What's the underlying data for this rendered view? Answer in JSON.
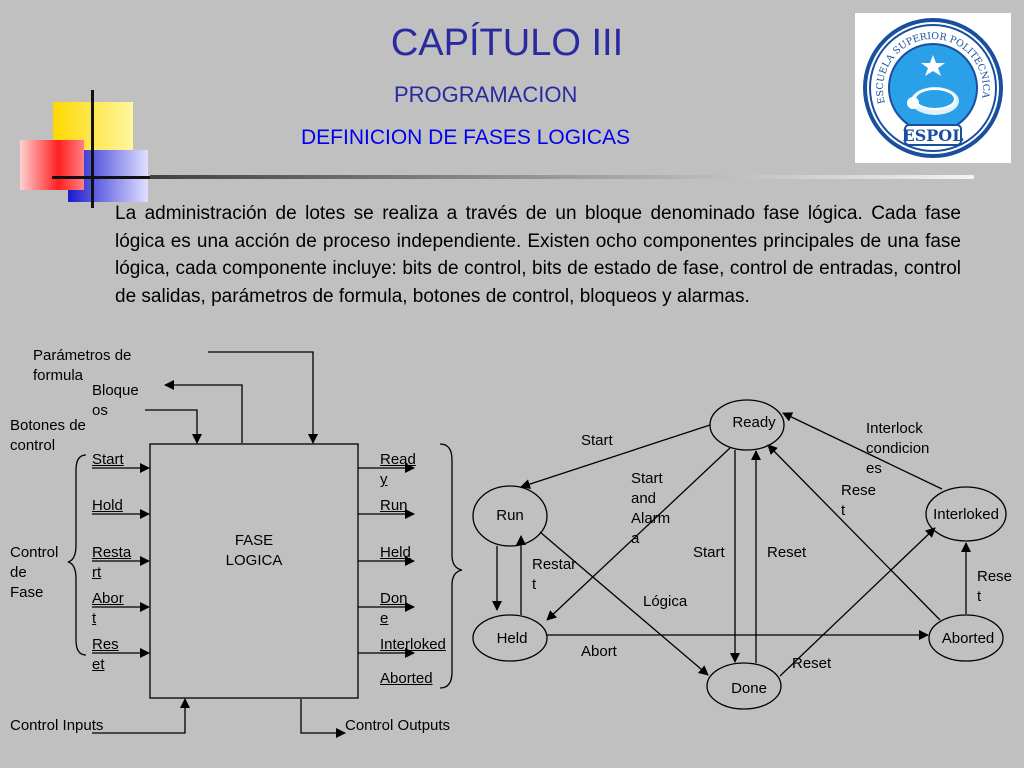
{
  "header": {
    "title": "CAPÍTULO III",
    "subtitle": "PROGRAMACION",
    "section": "DEFINICION DE FASES LOGICAS"
  },
  "logo": {
    "ring_text": "ESCUELA SUPERIOR POLITECNICA DEL LITORAL",
    "name": "ESPOL"
  },
  "paragraph": "La administración de lotes se realiza a través de un bloque denominado fase lógica. Cada fase lógica es una acción de proceso independiente. Existen ocho componentes principales de una fase lógica, cada componente incluye: bits de control, bits de estado de fase, control de entradas, control de salidas, parámetros de formula, botones de control, bloqueos y alarmas.",
  "block": {
    "name_line1": "FASE",
    "name_line2": "LOGICA",
    "parametros_l1": "Parámetros de",
    "parametros_l2": "formula",
    "bloqueos_l1": "Bloque",
    "bloqueos_l2": "os",
    "botones_l1": "Botones de",
    "botones_l2": "control",
    "control_l1": "Control",
    "control_l2": "de",
    "control_l3": "Fase",
    "inputs": [
      {
        "l1": "Start",
        "l2": ""
      },
      {
        "l1": "Hold",
        "l2": ""
      },
      {
        "l1": "Resta",
        "l2": "rt"
      },
      {
        "l1": "Abor",
        "l2": "t"
      },
      {
        "l1": "Res",
        "l2": "et"
      }
    ],
    "outputs": [
      {
        "l1": "Read",
        "l2": "y"
      },
      {
        "l1": "Run",
        "l2": ""
      },
      {
        "l1": "Held",
        "l2": ""
      },
      {
        "l1": "Don",
        "l2": "e"
      },
      {
        "l1": "Interloked",
        "l2": ""
      },
      {
        "l1": "Aborted",
        "l2": ""
      }
    ],
    "control_inputs": "Control Inputs",
    "control_outputs": "Control Outputs"
  },
  "states": {
    "ready": "Ready",
    "run": "Run",
    "held": "Held",
    "done": "Done",
    "aborted": "Aborted",
    "interloked": "Interloked"
  },
  "transitions": {
    "start_top": "Start",
    "start_alarm_l1": "Start",
    "start_alarm_l2": "and",
    "start_alarm_l3": "Alarm",
    "start_alarm_l4": "a",
    "interlock_l1": "Interlock",
    "interlock_l2": "condicion",
    "interlock_l3": "es",
    "reset_diag_l1": "Rese",
    "reset_diag_l2": "t",
    "restart_l1": "Restar",
    "restart_l2": "t",
    "start_mid": "Start",
    "reset_mid": "Reset",
    "logica": "Lógica",
    "reset_right_l1": "Rese",
    "reset_right_l2": "t",
    "abort": "Abort",
    "reset_bottom": "Reset"
  }
}
